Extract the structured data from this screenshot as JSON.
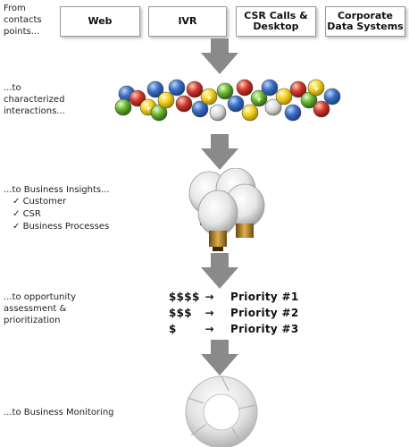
{
  "stage_labels": [
    "From\ncontacts\npoints...",
    "...to\ncharacterized\ninteractions...",
    "...to Business Insights...",
    "...to opportunity\nassessment &\nprioritization",
    "...to Business Monitoring"
  ],
  "insight_items": [
    {
      "check": "✓",
      "text": "Customer"
    },
    {
      "check": "✓",
      "text": "CSR"
    },
    {
      "check": "✓",
      "text": "Business Processes"
    }
  ],
  "contact_boxes": [
    "Web",
    "IVR",
    "CSR Calls &\nDesktop",
    "Corporate\nData Systems"
  ],
  "priorities": [
    {
      "amount": "$$$$",
      "arrow": "→",
      "label": "Priority #1"
    },
    {
      "amount": "$$$",
      "arrow": "→",
      "label": "Priority #2"
    },
    {
      "amount": "$",
      "arrow": "→",
      "label": "Priority #3"
    }
  ],
  "colors": {
    "arrow": "#8a8a8a",
    "box_border": "#9a9a9a",
    "ball_blue": "#3a6fc4",
    "ball_red": "#d23a2c",
    "ball_yellow": "#f4d21f",
    "ball_green": "#6ab52e",
    "cycle_gray": "#d8d8d8"
  },
  "icons": {
    "stage_arrow": "down-arrow-icon",
    "interactions": "interaction-balls-icon",
    "insights": "light-bulbs-icon",
    "monitoring": "cycle-gear-icon"
  }
}
